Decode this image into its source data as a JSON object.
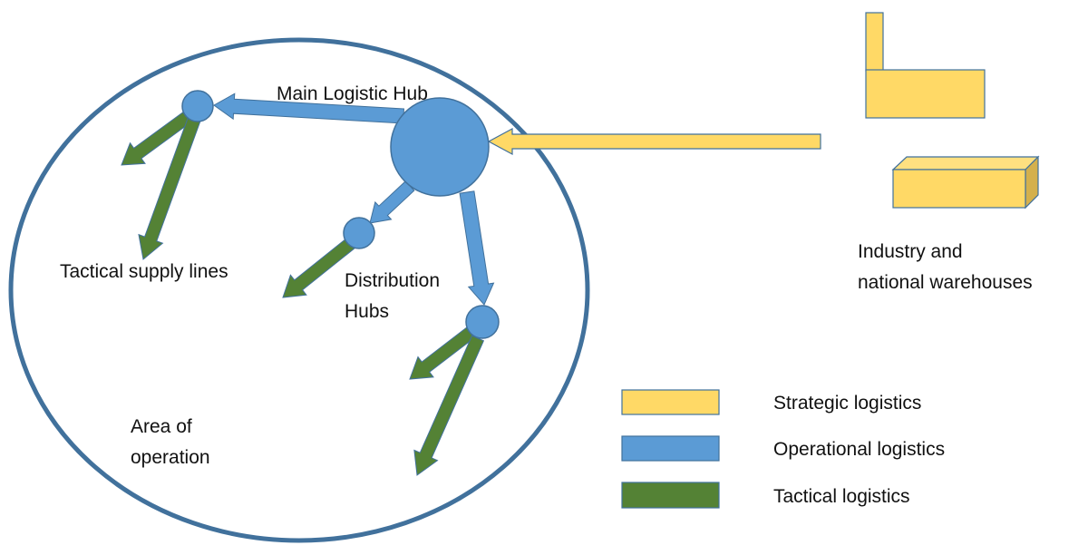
{
  "colors": {
    "strategic": "#FFD966",
    "operational": "#5B9BD5",
    "tactical": "#548235",
    "outline": "#41719C",
    "area_border": "#41719C"
  },
  "labels": {
    "main_hub": "Main Logistic Hub",
    "tactical_lines": "Tactical supply lines",
    "distribution_line1": "Distribution",
    "distribution_line2": "Hubs",
    "area_line1": "Area of",
    "area_line2": "operation",
    "industry_line1": "Industry and",
    "industry_line2": "national warehouses"
  },
  "legend": [
    {
      "key": "strategic",
      "label": "Strategic logistics"
    },
    {
      "key": "operational",
      "label": "Operational logistics"
    },
    {
      "key": "tactical",
      "label": "Tactical logistics"
    }
  ]
}
